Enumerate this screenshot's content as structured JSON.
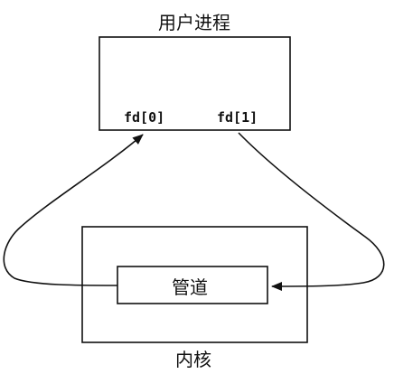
{
  "diagram": {
    "user_process_label": "用户进程",
    "fd0_label": "fd[0]",
    "fd1_label": "fd[1]",
    "pipe_label": "管道",
    "kernel_label": "内核",
    "stroke_color": "#111111",
    "background_color": "#ffffff"
  }
}
